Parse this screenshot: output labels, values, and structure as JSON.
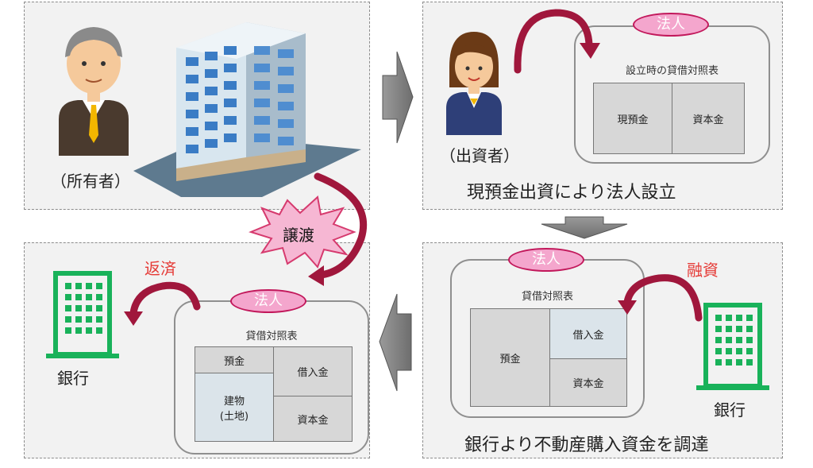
{
  "panels": {
    "top_left": {
      "owner_label": "（所有者）"
    },
    "top_right": {
      "corp_tag": "法人",
      "bs_title": "設立時の貸借対照表",
      "cells": [
        "現預金",
        "資本金"
      ],
      "investor_label": "（出資者）",
      "caption": "現預金出資により法人設立"
    },
    "bottom_right": {
      "corp_tag": "法人",
      "bs_title": "貸借対照表",
      "cells": [
        "預金",
        "借入金",
        "資本金"
      ],
      "action": "融資",
      "bank_label": "銀行",
      "caption": "銀行より不動産購入資金を調達"
    },
    "bottom_left": {
      "corp_tag": "法人",
      "bs_title": "貸借対照表",
      "cells": [
        "預金",
        "建物\n(土地)",
        "借入金",
        "資本金"
      ],
      "action": "返済",
      "bank_label": "銀行"
    }
  },
  "transfer_label": "譲渡",
  "colors": {
    "corp_tag": "#f4a6cd",
    "arrow": "#a0173c",
    "bank": "#19b25a",
    "action": "#e53935"
  }
}
